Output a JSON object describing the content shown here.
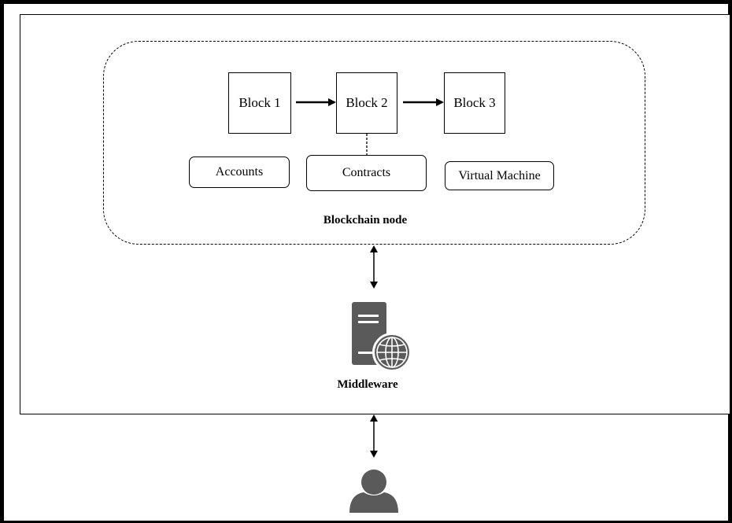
{
  "diagram": {
    "blocks": [
      {
        "label": "Block 1"
      },
      {
        "label": "Block 2"
      },
      {
        "label": "Block 3"
      }
    ],
    "components": [
      {
        "label": "Accounts"
      },
      {
        "label": "Contracts"
      },
      {
        "label": "Virtual Machine"
      }
    ],
    "node_label": "Blockchain node",
    "middleware_label": "Middleware",
    "icons": {
      "server": "server-globe-icon",
      "user": "user-icon"
    },
    "colors": {
      "stroke": "#000000",
      "icon_fill": "#5a5a5a",
      "background": "#ffffff"
    }
  }
}
